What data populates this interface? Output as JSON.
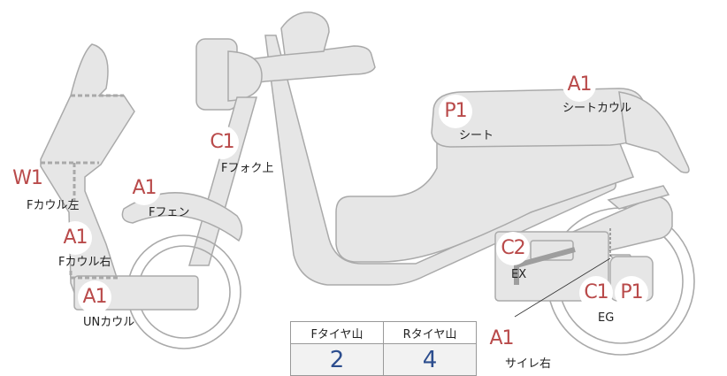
{
  "badges": {
    "w1": "W1",
    "a1_fcowl_left": "A1",
    "a1_fcowl_right": "A1",
    "a1_un": "A1",
    "a1_ffender": "A1",
    "c1_ffork": "C1",
    "p1_seat": "P1",
    "a1_seatcowl": "A1",
    "c2_ex": "C2",
    "c1_eg": "C1",
    "p1_eg": "P1",
    "a1_sidecover": "A1"
  },
  "labels": {
    "fcowl_left": "Fカウル左",
    "fcowl_right": "Fカウル右",
    "un_cowl": "UNカウル",
    "ffender": "Fフェン",
    "ffork_upper": "Fフォク上",
    "seat": "シート",
    "seat_cowl": "シートカウル",
    "ex": "EX",
    "eg": "EG",
    "side_cover_right": "サイレ右"
  },
  "tire_table": {
    "headers": [
      "Fタイヤ山",
      "Rタイヤ山"
    ],
    "values": [
      "2",
      "4"
    ]
  },
  "colors": {
    "part_fill": "#e6e6e6",
    "part_stroke": "#aaaaaa",
    "badge_text": "#b94a4a",
    "value_text": "#2c4d8e"
  }
}
